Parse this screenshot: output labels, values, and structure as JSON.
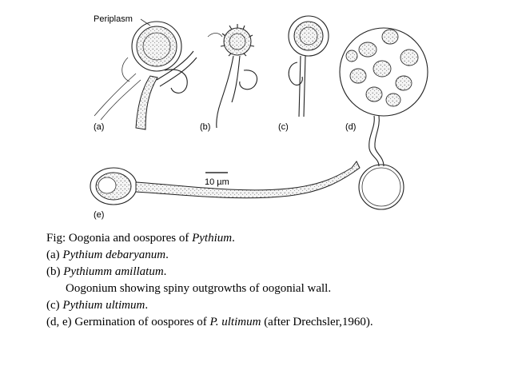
{
  "figure": {
    "label_periplasm": "Periplasm",
    "panel_a": "(a)",
    "panel_b": "(b)",
    "panel_c": "(c)",
    "panel_d": "(d)",
    "panel_e": "(e)",
    "scale_bar": "10 µm"
  },
  "caption": {
    "line1_prefix": "Fig: Oogonia and oospores of  ",
    "line1_species": "Pythium",
    "line1_suffix": ".",
    "line2_prefix": "(a) ",
    "line2_species": "Pythium debaryanum",
    "line2_suffix": ".",
    "line3_prefix": "(b) ",
    "line3_species": "Pythiumm amillatum",
    "line3_suffix": ".",
    "line4": "Oogonium showing spiny outgrowths of oogonial wall.",
    "line5_prefix": "(c) ",
    "line5_species": "Pythium ultimum",
    "line5_suffix": ".",
    "line6_prefix": "(d, e) Germination of oospores of ",
    "line6_species": "P. ultimum",
    "line6_suffix": " (after Drechsler,1960)."
  }
}
